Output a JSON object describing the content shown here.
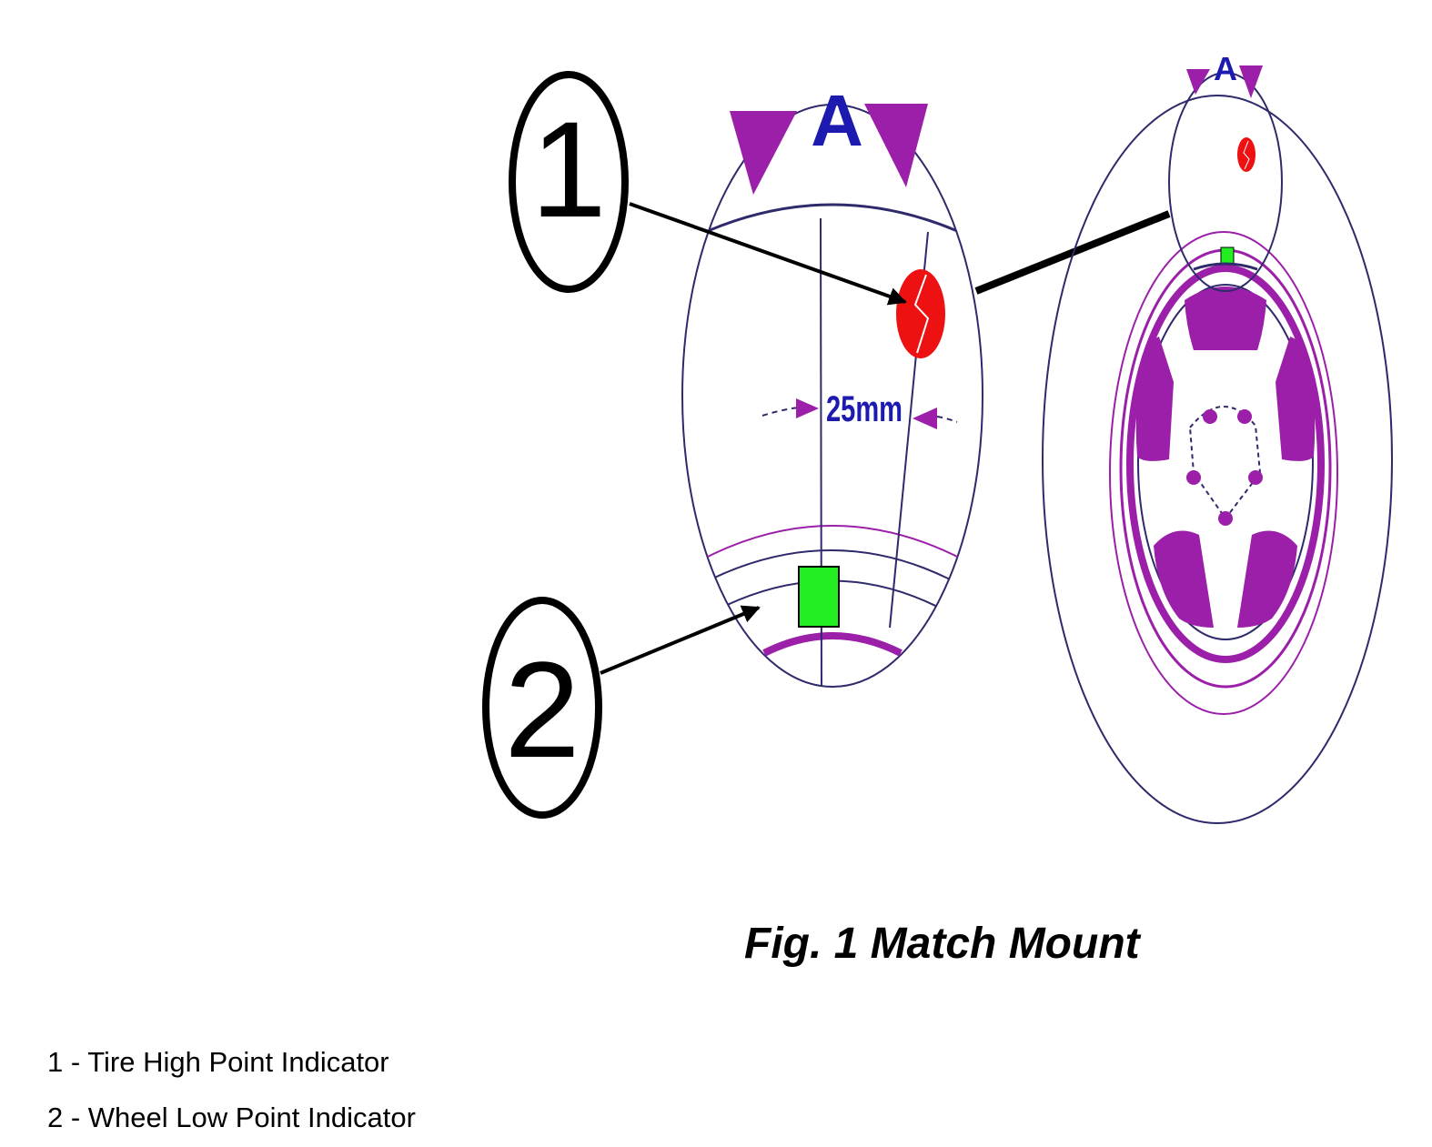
{
  "callouts": {
    "one": "1",
    "two": "2"
  },
  "labels": {
    "reference_mark": "A",
    "detail_reference_mark": "A",
    "distance": "25mm"
  },
  "caption": "Fig. 1 Match Mount",
  "legend": [
    {
      "text": "1 - Tire High Point Indicator"
    },
    {
      "text": "2 - Wheel Low Point Indicator"
    }
  ],
  "colors": {
    "accent_purple": "#9b1fa8",
    "label_blue": "#1d1ab0",
    "high_point_red": "#ee1111",
    "low_point_green": "#22ee22",
    "outline_navy": "#2e2a6b",
    "ink": "#000000"
  }
}
